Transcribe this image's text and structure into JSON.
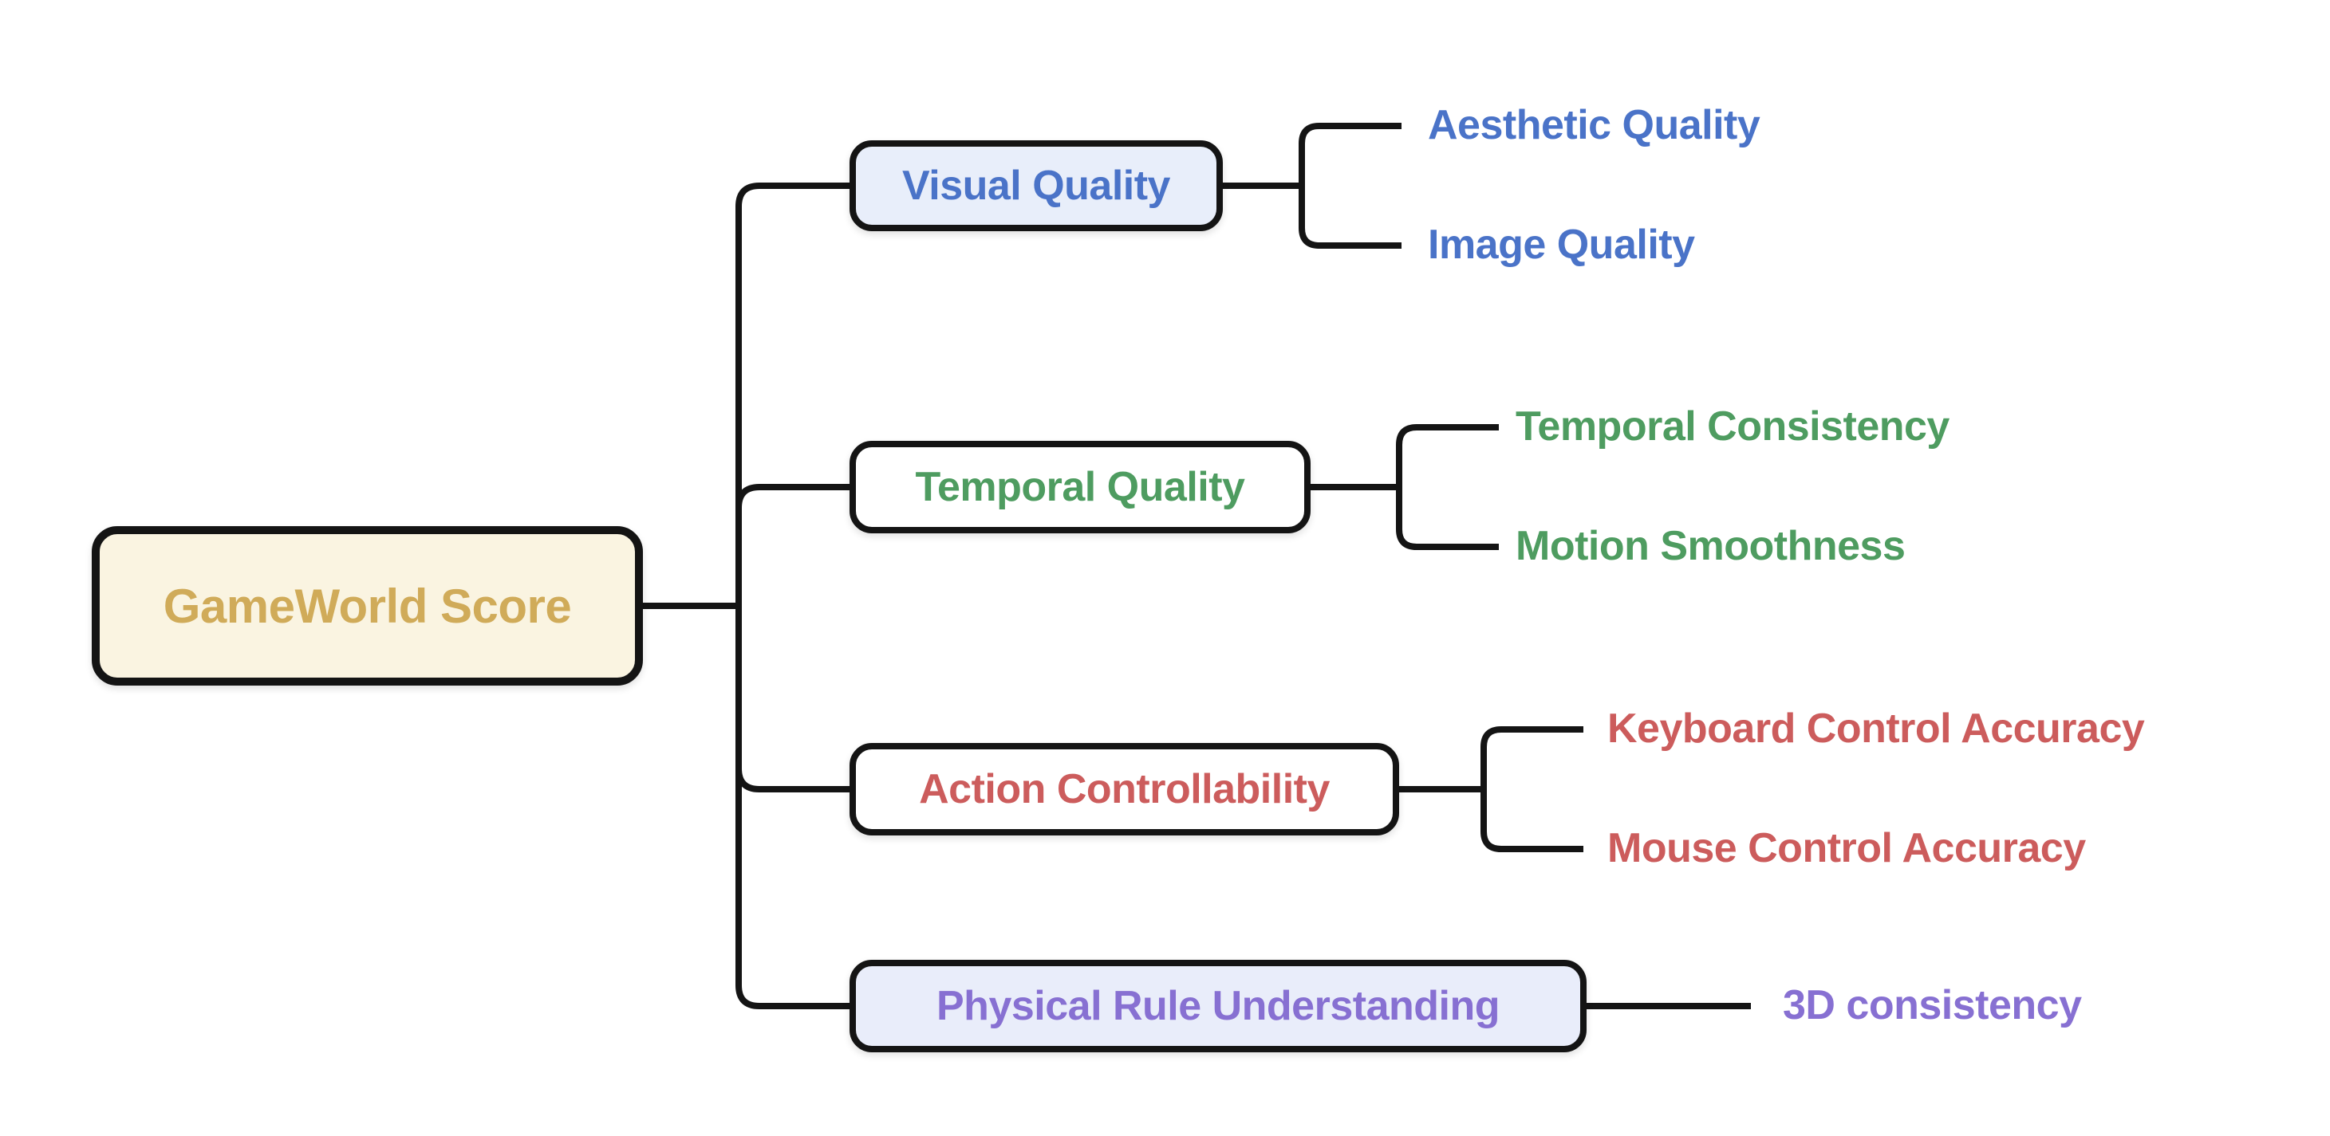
{
  "diagram": {
    "root": {
      "label": "GameWorld Score"
    },
    "branches": [
      {
        "label": "Visual Quality",
        "children": [
          "Aesthetic Quality",
          "Image Quality"
        ]
      },
      {
        "label": "Temporal Quality",
        "children": [
          "Temporal Consistency",
          "Motion Smoothness"
        ]
      },
      {
        "label": "Action Controllability",
        "children": [
          "Keyboard Control Accuracy",
          "Mouse Control Accuracy"
        ]
      },
      {
        "label": "Physical Rule Understanding",
        "children": [
          "3D consistency"
        ]
      }
    ],
    "colors": {
      "line": "#141414",
      "root_bg": "#faf4e1",
      "root_text": "#d0ab59",
      "plain_bg": "#ffffff",
      "visual_bg": "#e8eefa",
      "visual_text": "#4a73c8",
      "temporal_text": "#4e9c60",
      "action_text": "#cc5c5c",
      "physical_bg": "#e9edfa",
      "physical_text": "#8770d2"
    }
  }
}
